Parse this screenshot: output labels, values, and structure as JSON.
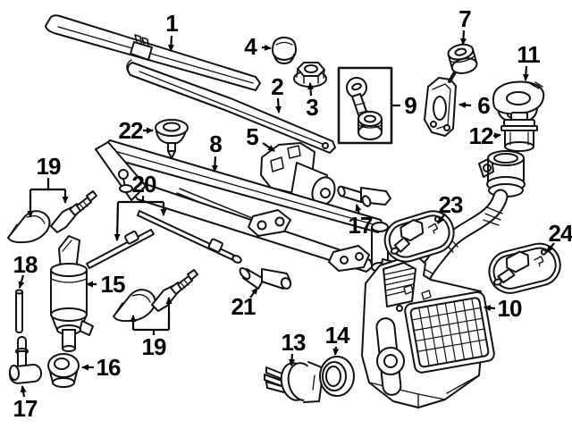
{
  "figure": {
    "background_color": "#ffffff",
    "line_color": "#111111",
    "label_color": "#000000",
    "kit_box_fill": "#ffffff"
  },
  "callouts": [
    {
      "label": "1",
      "part": "wiper-blade"
    },
    {
      "label": "2",
      "part": "wiper-arm"
    },
    {
      "label": "3",
      "part": "hex-flange-nut"
    },
    {
      "label": "4",
      "part": "cover-cap"
    },
    {
      "label": "5",
      "part": "wiper-motor"
    },
    {
      "label": "6",
      "part": "mounting-bracket"
    },
    {
      "label": "7",
      "part": "rubber-grommet"
    },
    {
      "label": "8",
      "part": "wiper-linkage"
    },
    {
      "label": "9",
      "part": "bolt-and-bushing-kit"
    },
    {
      "label": "10",
      "part": "washer-reservoir"
    },
    {
      "label": "11",
      "part": "cover-cap"
    },
    {
      "label": "12",
      "part": "filler-cup"
    },
    {
      "label": "13",
      "part": "level-sensor"
    },
    {
      "label": "14",
      "part": "sensor-grommet"
    },
    {
      "label": "15",
      "part": "washer-pump"
    },
    {
      "label": "16",
      "part": "pump-grommet"
    },
    {
      "label": "17",
      "part": "elbow-connector"
    },
    {
      "label": "17",
      "part": "elbow-connector"
    },
    {
      "label": "18",
      "part": "joint-pipe"
    },
    {
      "label": "19",
      "part": "washer-nozzles"
    },
    {
      "label": "19",
      "part": "washer-nozzles"
    },
    {
      "label": "20",
      "part": "washer-hose"
    },
    {
      "label": "21",
      "part": "hose-connector"
    },
    {
      "label": "22",
      "part": "pivot-cap"
    },
    {
      "label": "23",
      "part": "nozzle-assembly"
    },
    {
      "label": "24",
      "part": "nozzle-assembly"
    }
  ]
}
